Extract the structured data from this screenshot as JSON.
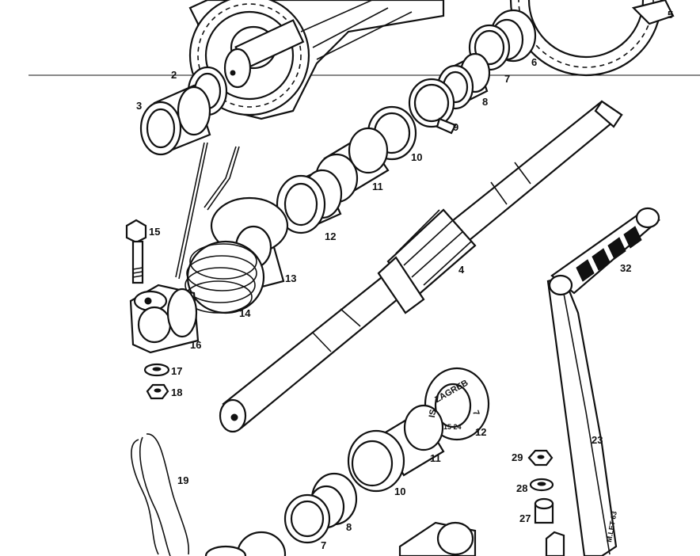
{
  "labels": {
    "p2": "2",
    "p3": "3",
    "p4": "4",
    "p5": "5",
    "p6": "6",
    "p7": "7",
    "p8": "8",
    "p9": "9",
    "p10": "10",
    "p11": "11",
    "p12": "12",
    "p13": "13",
    "p14": "14",
    "p15": "15",
    "p16": "16",
    "p17": "17",
    "p18": "18",
    "p19": "19",
    "p10b": "10",
    "p11b": "11",
    "p12b": "12",
    "p23": "23",
    "p27": "27",
    "p28": "28",
    "p29": "29",
    "p32": "32",
    "p7b": "7",
    "p8b": "8"
  },
  "stamp": {
    "line1": "ZAGREB",
    "line2": "IS",
    "line3": "15 24",
    "line4": "7"
  },
  "artist_mark": "M.LET 63"
}
